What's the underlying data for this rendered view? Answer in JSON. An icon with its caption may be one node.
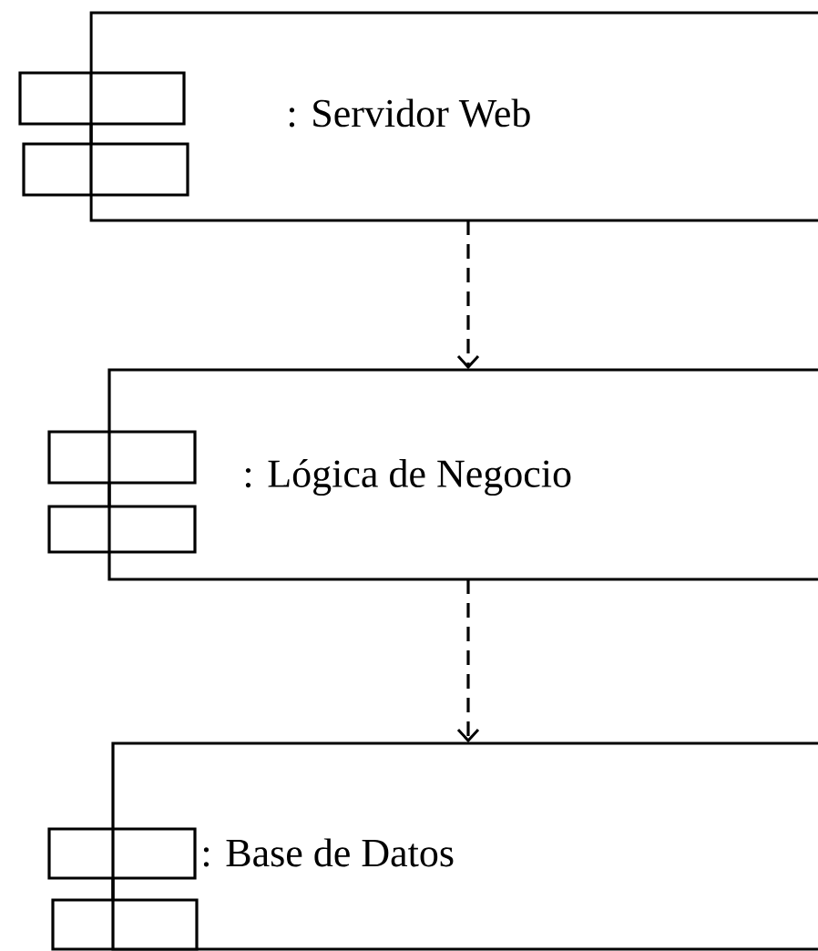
{
  "diagram": {
    "nodes": [
      {
        "text": [
          ": Servidor  Web"
        ]
      },
      {
        "text": [
          ": Lógica  de Negocio"
        ]
      },
      {
        "text": [
          ": Base  de Datos"
        ]
      }
    ],
    "edges": [
      {
        "from": 0,
        "to": 1,
        "arrow": "to",
        "style": "dashed"
      },
      {
        "from": 1,
        "to": 2,
        "arrow": "to",
        "style": "dashed"
      }
    ]
  }
}
